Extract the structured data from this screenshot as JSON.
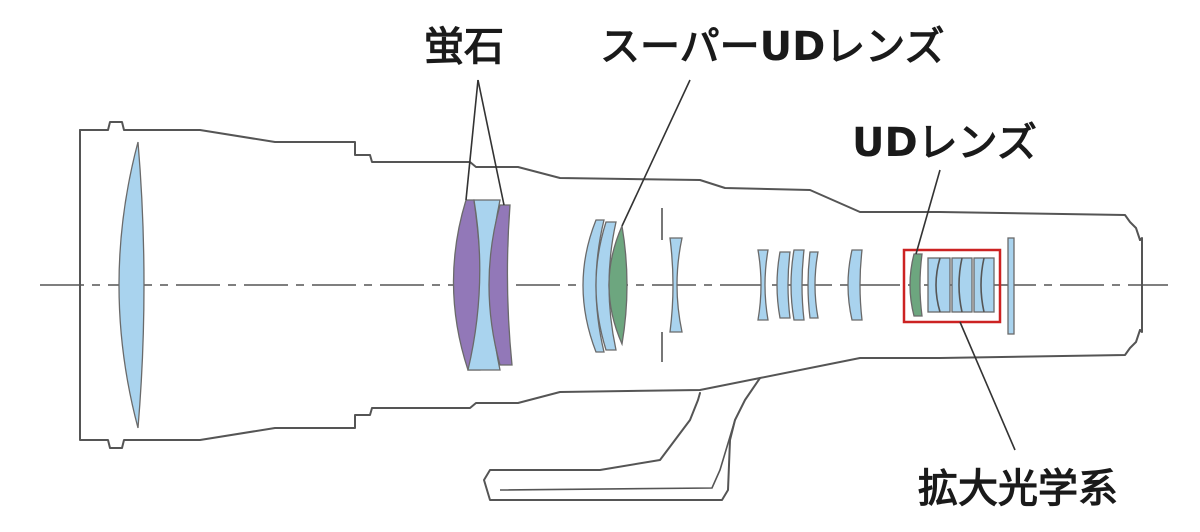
{
  "labels": {
    "fluorite": "蛍石",
    "super_ud": "スーパーUDレンズ",
    "ud": "UDレンズ",
    "magnifying_system": "拡大光学系"
  },
  "colors": {
    "glass": "#a9d3ee",
    "fluorite": "#9278b8",
    "ud_glass": "#6da67f",
    "highlight_box": "#cc2222",
    "outline": "#555555"
  }
}
